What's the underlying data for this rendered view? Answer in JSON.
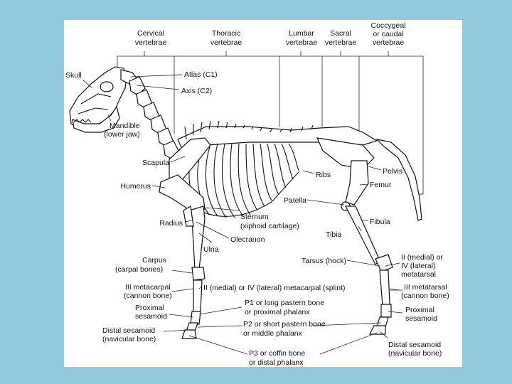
{
  "labels": {
    "cervical": [
      "Cervical",
      "vertebrae"
    ],
    "thoracic": [
      "Thoracic",
      "vertebrae"
    ],
    "lumbar": [
      "Lumbar",
      "vertebrae"
    ],
    "sacral": [
      "Sacral",
      "vertebrae"
    ],
    "coccygeal": [
      "Coccygeal",
      "or caudal",
      "vertebrae"
    ],
    "skull": "Skull",
    "atlas": "Atlas (C1)",
    "axis": "Axis (C2)",
    "mandible": [
      "Mandible",
      "(lower jaw)"
    ],
    "scapula": "Scapula",
    "humerus": "Humerus",
    "ribs": "Ribs",
    "pelvis": "Pelvis",
    "femur": "Femur",
    "patella": "Patella",
    "radius": "Radius",
    "sternum": [
      "Sternum",
      "(xiphoid cartilage)"
    ],
    "olecranon": "Olecranon",
    "fibula": "Fibula",
    "tibia": "Tibia",
    "ulna": "Ulna",
    "carpus": [
      "Carpus",
      "(carpal bones)"
    ],
    "tarsus": "Tarsus (hock)",
    "metatarsal_small": [
      "II (medial) or",
      "IV (lateral)",
      "metatarsal"
    ],
    "metacarpal_small": "II (medial) or IV (lateral) metacarpal (splint)",
    "metacarpal3": [
      "III metacarpal",
      "(cannon bone)"
    ],
    "metatarsal3": [
      "III metatarsal",
      "(cannon bone)"
    ],
    "p1": [
      "P1 or long pastern bone",
      "or proximal phalanx"
    ],
    "prox_sesamoid_fore": [
      "Proximal",
      "sesamoid"
    ],
    "prox_sesamoid_hind": [
      "Proximal",
      "sesamoid"
    ],
    "p2": [
      "P2 or short pastern bone",
      "or middle phalanx"
    ],
    "distal_sesamoid_fore": [
      "Distal sesamoid",
      "(navicular bone)"
    ],
    "distal_sesamoid_hind": [
      "Distal sesamoid",
      "(navicular bone)"
    ],
    "p3": [
      "P3 or coffin bone",
      "or distal phalanx"
    ]
  }
}
